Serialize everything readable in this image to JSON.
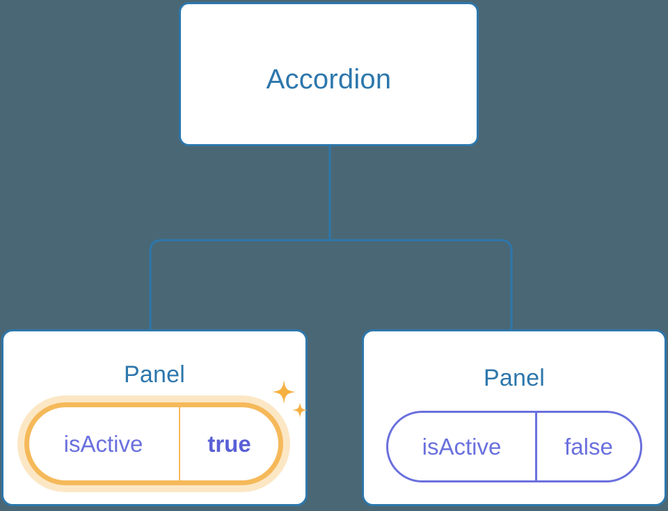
{
  "diagram": {
    "type": "component-tree",
    "background_color": "#4a6775",
    "node_border_color": "#2d77ac",
    "node_title_color": "#2d77ac",
    "connector_color": "#2d77ac",
    "prop_text_color": "#6a70dd",
    "highlight_color": "#f5b95a",
    "highlight_glow_color": "#fbdfb0"
  },
  "root": {
    "title": "Accordion"
  },
  "panels": [
    {
      "title": "Panel",
      "highlighted": true,
      "prop": {
        "key": "isActive",
        "value": "true"
      },
      "sparkle_icon": "sparkles-icon"
    },
    {
      "title": "Panel",
      "highlighted": false,
      "prop": {
        "key": "isActive",
        "value": "false"
      }
    }
  ]
}
